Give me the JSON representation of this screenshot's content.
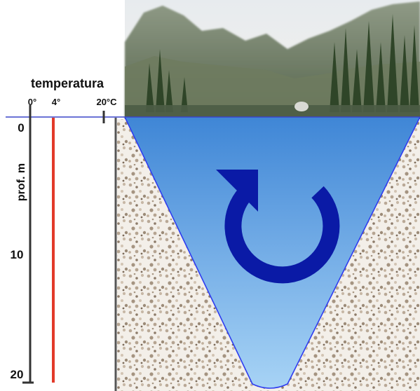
{
  "title": "temperatura",
  "temperature_ticks": [
    "0°",
    "4°",
    "20°C"
  ],
  "depth_axis": {
    "label": "prof. m",
    "ticks": [
      "0",
      "10",
      "20"
    ]
  },
  "temperature_profile": {
    "value_celsius": 4,
    "depth_range_m": [
      0,
      20
    ]
  },
  "circulation_arrow": {
    "icon": "circular-arrow-icon",
    "color": "#0a1aa6"
  },
  "colors": {
    "temperature_line": "#e23a2a",
    "water_top": "#3f86d6",
    "water_bottom": "#a7d3f5",
    "shoreline": "#2e3cf0",
    "sediment": "#cdbfae",
    "axis": "#333333"
  }
}
